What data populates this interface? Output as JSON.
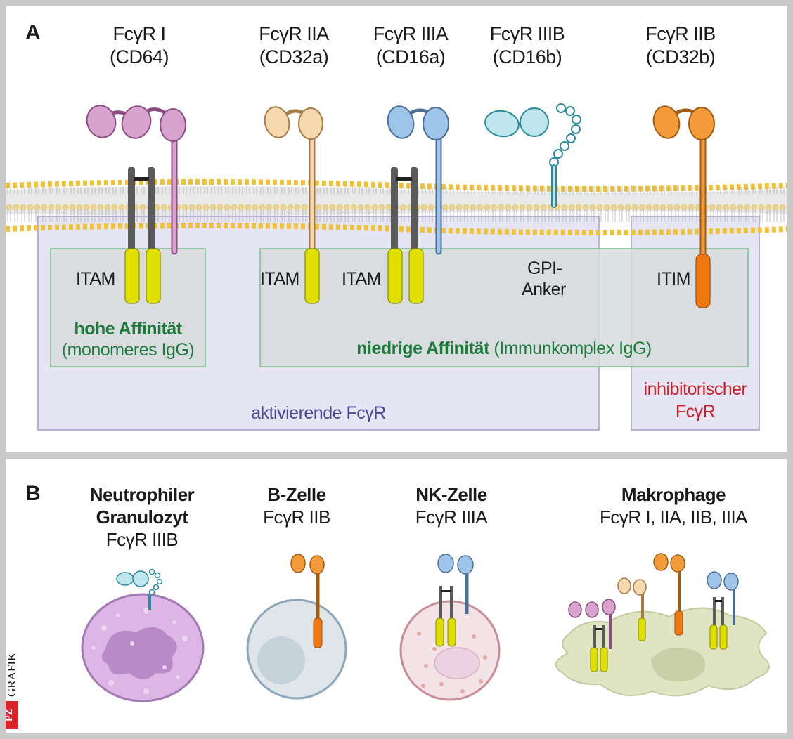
{
  "panel_a": {
    "letter": "A",
    "receptors": [
      {
        "name": "FcγR I",
        "cd": "(CD64)"
      },
      {
        "name": "FcγR IIA",
        "cd": "(CD32a)"
      },
      {
        "name": "FcγR IIIA",
        "cd": "(CD16a)"
      },
      {
        "name": "FcγR IIIB",
        "cd": "(CD16b)"
      },
      {
        "name": "FcγR IIB",
        "cd": "(CD32b)"
      }
    ],
    "motifs": {
      "itam_1": "ITAM",
      "itam_2": "ITAM",
      "itam_3": "ITAM",
      "gpi_1": "GPI-",
      "gpi_2": "Anker",
      "itim": "ITIM"
    },
    "high_affinity": {
      "bold": "hohe Affinität",
      "sub": "(monomeres IgG)"
    },
    "low_affinity": {
      "bold": "niedrige Affinität",
      "sub": "(Immunkomplex IgG)"
    },
    "activating_label": "aktivierende FcγR",
    "inhibitory_label_1": "inhibitorischer",
    "inhibitory_label_2": "FcγR"
  },
  "panel_b": {
    "letter": "B",
    "cells": [
      {
        "title_1": "Neutrophiler",
        "title_2": "Granulozyt",
        "receptors": "FcγR IIIB"
      },
      {
        "title_1": "B-Zelle",
        "receptors": "FcγR IIB"
      },
      {
        "title_1": "NK-Zelle",
        "receptors": "FcγR IIIA"
      },
      {
        "title_1": "Makrophage",
        "receptors": "FcγR I, IIA, IIB, IIIA"
      }
    ]
  },
  "brand": {
    "logo": "PZ",
    "text": "GRAFIK"
  },
  "colors": {
    "fcgr1": "#d9a3cf",
    "fcgr2a": "#f7d9b0",
    "fcgr3a": "#9ec4ea",
    "fcgr3b": "#bfe6ec",
    "fcgr2b": "#f39a3a",
    "itam": "#dfe000",
    "itim": "#f07a12",
    "membrane_head": "#f0c23a",
    "activating_box": "#e6e5f3",
    "affinity_box": "#d6dcdc"
  }
}
